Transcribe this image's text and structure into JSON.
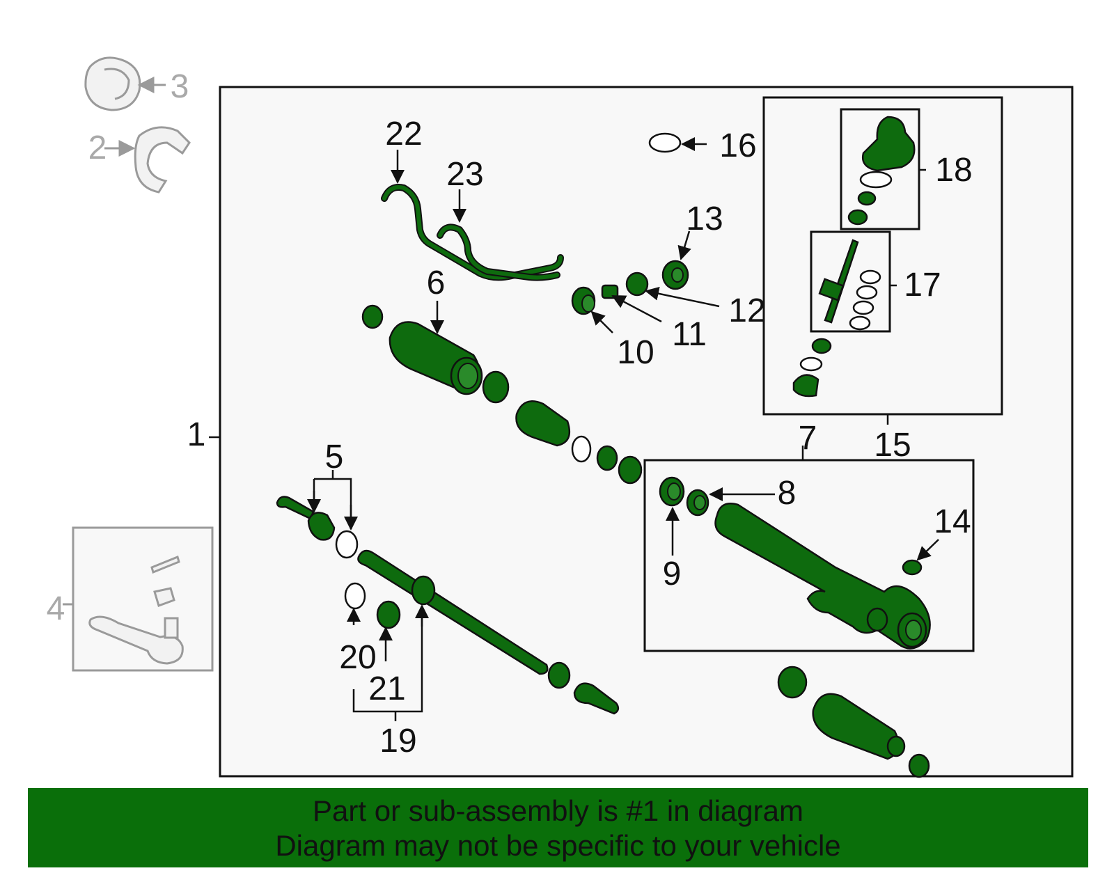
{
  "callouts": {
    "n1": "1",
    "n2": "2",
    "n3": "3",
    "n4": "4",
    "n5": "5",
    "n6": "6",
    "n7": "7",
    "n8": "8",
    "n9": "9",
    "n10": "10",
    "n11": "11",
    "n12": "12",
    "n13": "13",
    "n14": "14",
    "n15": "15",
    "n16": "16",
    "n17": "17",
    "n18": "18",
    "n19": "19",
    "n20": "20",
    "n21": "21",
    "n22": "22",
    "n23": "23"
  },
  "banner": {
    "line1": "Part or sub-assembly is #1 in diagram",
    "line2": "Diagram may not be specific to your vehicle"
  },
  "colors": {
    "part_green": "#0e6b0e",
    "banner_green": "#0a6f0a",
    "panel_bg": "#f8f8f8",
    "not_included_grey": "#a9a9a9"
  }
}
